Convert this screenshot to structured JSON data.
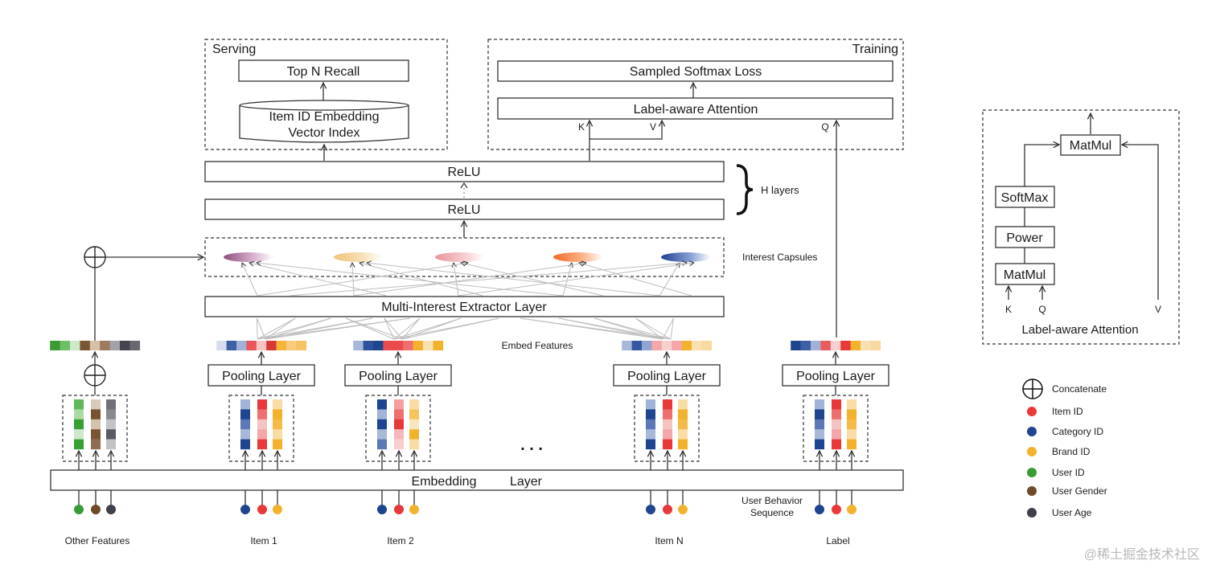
{
  "serving": {
    "title": "Serving",
    "top_n_recall": "Top N Recall",
    "index_line1": "Item ID Embedding",
    "index_line2": "Vector Index"
  },
  "training": {
    "title": "Training",
    "loss": "Sampled Softmax Loss",
    "attention": "Label-aware Attention",
    "k": "K",
    "v": "V",
    "q": "Q"
  },
  "hidden": {
    "relu_top": "ReLU",
    "relu_bottom": "ReLU",
    "h_layers": "H layers"
  },
  "capsules": {
    "label": "Interest Capsules",
    "colors": [
      [
        "#8e4d7e",
        "#d9b2cf"
      ],
      [
        "#eec27a",
        "#f7e3b9"
      ],
      [
        "#e8959a",
        "#f6cfd2"
      ],
      [
        "#ef6a24",
        "#fbb58c"
      ],
      [
        "#1f3f8f",
        "#8aa3d6"
      ]
    ]
  },
  "extractor": {
    "label": "Multi-Interest Extractor Layer"
  },
  "embed_features": {
    "label": "Embed Features"
  },
  "pooling": {
    "label": "Pooling Layer"
  },
  "embedding_layer": {
    "word1": "Embedding",
    "word2": "Layer"
  },
  "ellipsis": ". . .",
  "behavior_sequence": {
    "line1": "User Behavior",
    "line2": "Sequence"
  },
  "groups": [
    {
      "name": "Other Features",
      "dots": [
        "#3a9a35",
        "#6e4a2a",
        "#3f3f4a"
      ],
      "strip": [
        "#3a9a35",
        "#6cbf64",
        "#cde9c8",
        "#7a5535",
        "#d6c1a8",
        "#9c7a5e",
        "#a2a2a8",
        "#44444f",
        "#686870"
      ],
      "cols": [
        [
          "#62b65a",
          "#abdaa4",
          "#38a033",
          "#cfe8ca",
          "#38a033"
        ],
        [
          "#d8cabb",
          "#785332",
          "#d5c2ad",
          "#7a5535",
          "#8f6d52"
        ],
        [
          "#707078",
          "#88888f",
          "#c2c2c7",
          "#5a5a63",
          "#c2c2c7"
        ]
      ]
    },
    {
      "name": "Item 1",
      "dots": [
        "#1f4591",
        "#e8383a",
        "#f3b22e"
      ],
      "strip": [
        "#d6dcec",
        "#3d5fa3",
        "#9fb1d6",
        "#e9555a",
        "#f7c4c4",
        "#d63a35",
        "#f4b53a",
        "#f8cb7c",
        "#f5c363"
      ],
      "cols": [
        [
          "#a1b3d6",
          "#1f4591",
          "#5c78b6",
          "#a8b8d9",
          "#1f4591"
        ],
        [
          "#e8383a",
          "#ef6e6e",
          "#f6c3c3",
          "#f4a6a8",
          "#e8383a"
        ],
        [
          "#f8dda6",
          "#f3b22e",
          "#f4bb48",
          "#f8dda6",
          "#f3b22e"
        ]
      ]
    },
    {
      "name": "Item 2",
      "dots": [
        "#1f4591",
        "#e8383a",
        "#f3b22e"
      ],
      "strip": [
        "#a7b7da",
        "#2d519b",
        "#1f4591",
        "#ea4a4c",
        "#ea4a4c",
        "#ef6e6e",
        "#f3b22e",
        "#f9e0b0",
        "#f3b22e"
      ],
      "cols": [
        [
          "#1f4591",
          "#a1b3d6",
          "#1f4591",
          "#a8b8d9",
          "#5c78b6"
        ],
        [
          "#f4a0a0",
          "#ef6e6e",
          "#e8383a",
          "#f6b7b8",
          "#f8cfcf"
        ],
        [
          "#f8dda6",
          "#f5c55b",
          "#f9e5bb",
          "#f3b22e",
          "#f8dda6"
        ]
      ]
    },
    {
      "name": "Item N",
      "dots": [
        "#1f4591",
        "#e8383a",
        "#f3b22e"
      ],
      "strip": [
        "#a7b7da",
        "#3558a0",
        "#8fa4d0",
        "#f4a6a8",
        "#f8cfcf",
        "#f4a6a8",
        "#f3b22e",
        "#f9e0b0",
        "#f8d9a0"
      ],
      "cols": [
        [
          "#a1b3d6",
          "#1f4591",
          "#5c78b6",
          "#a8b8d9",
          "#1f4591"
        ],
        [
          "#e8383a",
          "#ef6e6e",
          "#f6c3c3",
          "#f4a6a8",
          "#e8383a"
        ],
        [
          "#f8dda6",
          "#f3b22e",
          "#f4bb48",
          "#f8dda6",
          "#f3b22e"
        ]
      ]
    },
    {
      "name": "Label",
      "dots": [
        "#1f4591",
        "#e8383a",
        "#f3b22e"
      ],
      "strip": [
        "#1f4591",
        "#3d5fa3",
        "#9fb1d6",
        "#ea5b5e",
        "#f8cfcf",
        "#e8383a",
        "#f3b22e",
        "#f9e0b0",
        "#f8d9a0"
      ],
      "cols": [
        [
          "#a1b3d6",
          "#1f4591",
          "#5c78b6",
          "#a8b8d9",
          "#1f4591"
        ],
        [
          "#e8383a",
          "#ef6e6e",
          "#f6c3c3",
          "#f4a6a8",
          "#e8383a"
        ],
        [
          "#f8dda6",
          "#f3b22e",
          "#f4bb48",
          "#f8dda6",
          "#f3b22e"
        ]
      ]
    }
  ],
  "side_attention": {
    "title": "Label-aware Attention",
    "matmul_top": "MatMul",
    "softmax": "SoftMax",
    "power": "Power",
    "matmul_bottom": "MatMul",
    "k": "K",
    "q": "Q",
    "v": "V"
  },
  "legend": {
    "items": [
      {
        "label": "Concatenate",
        "symbol": "concat"
      },
      {
        "label": "Item ID",
        "color": "#e8383a"
      },
      {
        "label": "Category ID",
        "color": "#1f4591"
      },
      {
        "label": "Brand ID",
        "color": "#f3b22e"
      },
      {
        "label": "User ID",
        "color": "#3a9a35"
      },
      {
        "label": "User Gender",
        "color": "#6e4a2a"
      },
      {
        "label": "User Age",
        "color": "#3f3f4a"
      }
    ]
  },
  "watermark": "@稀土掘金技术社区"
}
